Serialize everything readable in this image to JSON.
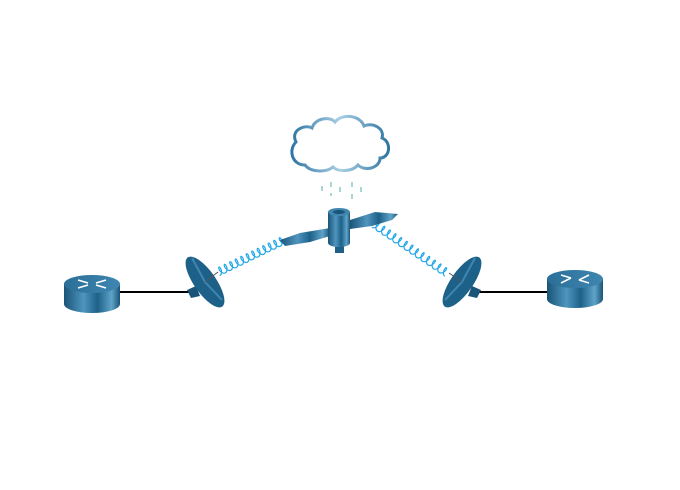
{
  "diagram": {
    "nodes": [
      {
        "id": "router-left",
        "icon": "router-icon"
      },
      {
        "id": "dish-left",
        "icon": "satellite-dish-icon"
      },
      {
        "id": "satellite",
        "icon": "satellite-icon"
      },
      {
        "id": "cloud",
        "icon": "cloud-icon"
      },
      {
        "id": "dish-right",
        "icon": "satellite-dish-icon"
      },
      {
        "id": "router-right",
        "icon": "router-icon"
      }
    ],
    "links": [
      {
        "from": "router-left",
        "to": "dish-left",
        "type": "wired"
      },
      {
        "from": "dish-left",
        "to": "satellite",
        "type": "wireless"
      },
      {
        "from": "satellite",
        "to": "dish-right",
        "type": "wireless"
      },
      {
        "from": "dish-right",
        "to": "router-right",
        "type": "wired"
      }
    ],
    "colors": {
      "device": "#1d5f86",
      "device_light": "#5fa3c8",
      "wireless": "#22a7e8",
      "wire": "#000000",
      "rain": "#8cc8c8"
    }
  }
}
